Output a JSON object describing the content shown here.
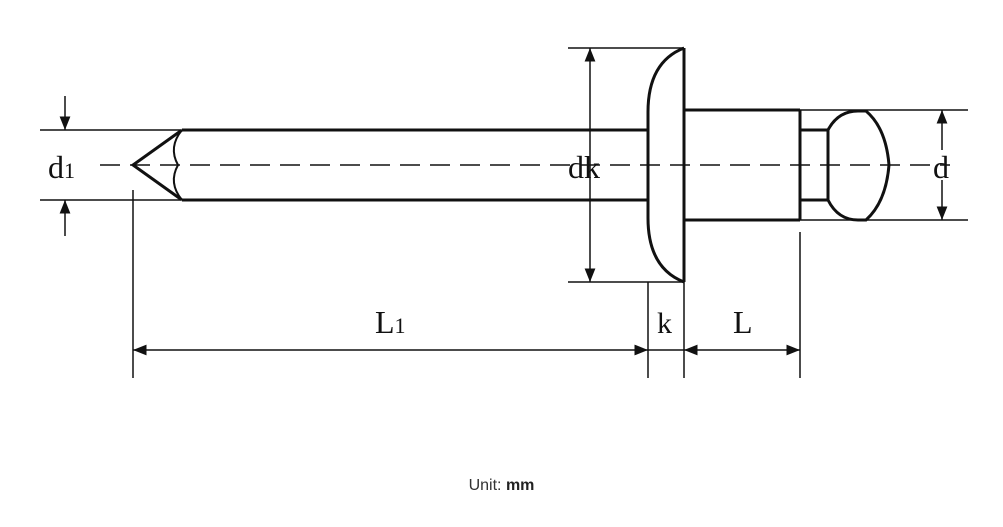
{
  "labels": {
    "d1_main": "d",
    "d1_sub": "1",
    "dk": "dk",
    "d": "d",
    "L1_main": "L",
    "L1_sub": "1",
    "k": "k",
    "L": "L"
  },
  "unit": {
    "label": "Unit:",
    "value": "mm"
  }
}
